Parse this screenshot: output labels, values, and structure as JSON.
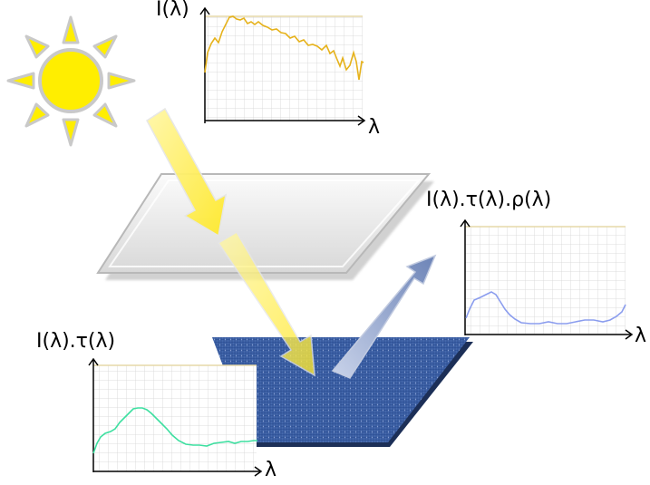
{
  "colors": {
    "sun_fill": "#ffee00",
    "ray_fill": "#ffe93b",
    "reflected_arrow": "#8ea2c6",
    "curve_top": "#e6b21b",
    "curve_bottom_left": "#3ddfa0",
    "curve_right": "#8b9dee",
    "grid": "#cfcfcf",
    "surface": "#3a5fa8",
    "filter_glass": "#e8e8e8"
  },
  "plots": {
    "top": {
      "label": "I(λ)",
      "axis": "λ"
    },
    "right": {
      "label": "I(λ).τ(λ).ρ(λ)",
      "axis": "λ"
    },
    "bottom": {
      "label": "I(λ).τ(λ)",
      "axis": "λ"
    }
  },
  "objects": {
    "sun": "sun-icon",
    "filter": "filter-glass-plate",
    "surface": "textured-blue-surface"
  }
}
